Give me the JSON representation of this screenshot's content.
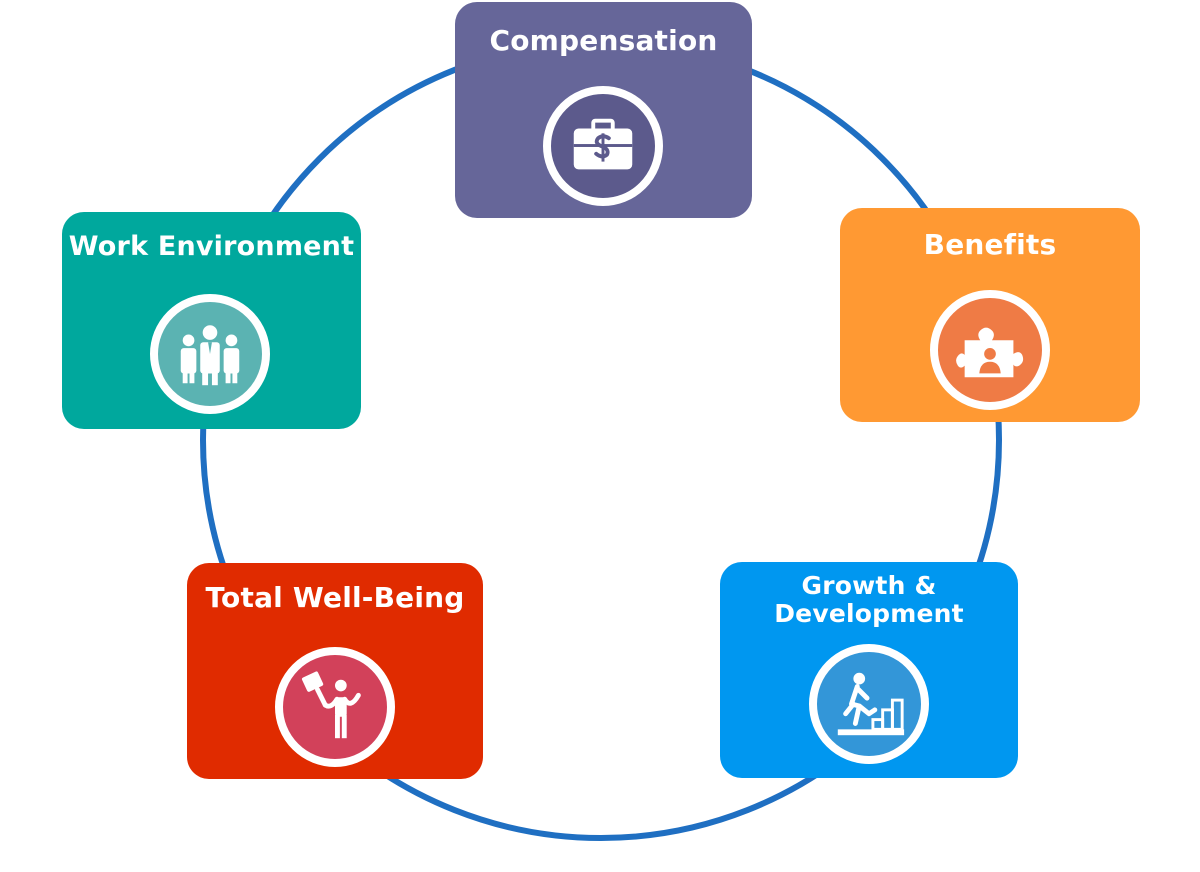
{
  "diagram": {
    "ring_color": "#1F6FC2",
    "nodes": {
      "compensation": {
        "label": "Compensation",
        "color": "#666699",
        "badge_color": "#5C5A8C",
        "icon": "briefcase-dollar-icon"
      },
      "benefits": {
        "label": "Benefits",
        "color": "#FF9933",
        "badge_color": "#EF7B45",
        "icon": "puzzle-person-icon"
      },
      "work_environment": {
        "label": "Work Environment",
        "color": "#00A89D",
        "badge_color": "#5BB3B2",
        "icon": "people-group-icon"
      },
      "total_well_being": {
        "label": "Total Well-Being",
        "color": "#E02B00",
        "badge_color": "#D2415A",
        "icon": "person-lifting-icon"
      },
      "growth_development": {
        "label": "Growth &\nDevelopment",
        "color": "#0097F0",
        "badge_color": "#3396D8",
        "icon": "person-climbing-steps-icon"
      }
    }
  }
}
